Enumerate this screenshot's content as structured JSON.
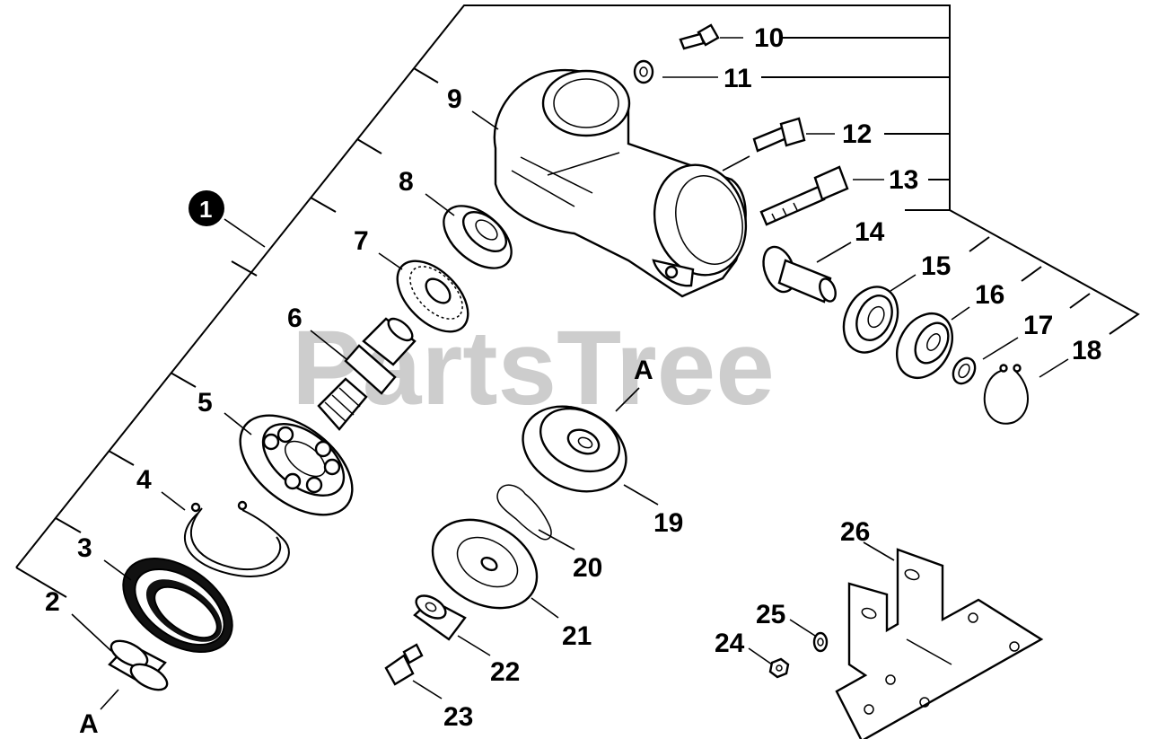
{
  "watermark": "PartsTree",
  "assembly_callout": "1",
  "reference_letter": "A",
  "part_numbers": [
    "2",
    "3",
    "4",
    "5",
    "6",
    "7",
    "8",
    "9",
    "10",
    "11",
    "12",
    "13",
    "14",
    "15",
    "16",
    "17",
    "18",
    "19",
    "20",
    "21",
    "22",
    "23",
    "24",
    "25",
    "26"
  ]
}
